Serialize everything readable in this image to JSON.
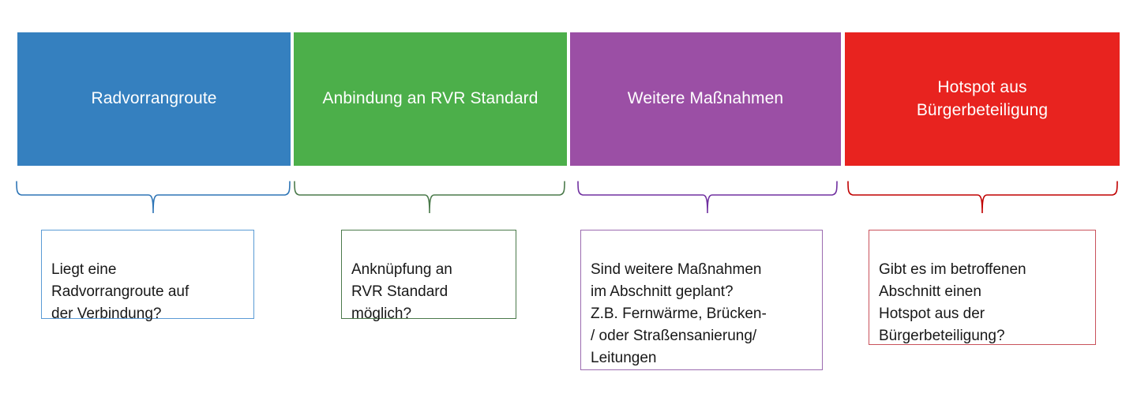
{
  "diagram": {
    "type": "process-criteria-diagram",
    "language": "de",
    "columns": [
      {
        "id": "radvorrangroute",
        "header_label": "Radvorrangroute",
        "header_color": "#3580BF",
        "brace_color": "#2E75B6",
        "question_text": "Liegt eine\nRadvorrangroute auf\nder Verbindung?",
        "question_border_color": "#5b9bd5"
      },
      {
        "id": "anbindung-rvr-standard",
        "header_label": "Anbindung an RVR Standard",
        "header_color": "#4CAF4A",
        "brace_color": "#4b7a4b",
        "question_text": "Anknüpfung an\nRVR Standard\nmöglich?",
        "question_border_color": "#4b7a4b"
      },
      {
        "id": "weitere-massnahmen",
        "header_label": "Weitere Maßnahmen",
        "header_color": "#9B4FA5",
        "brace_color": "#7030A0",
        "question_text": "Sind weitere Maßnahmen\nim Abschnitt geplant?\nZ.B. Fernwärme, Brücken-\n/ oder Straßensanierung/\nLeitungen",
        "question_border_color": "#9b6bb0"
      },
      {
        "id": "hotspot-buergerbeteiligung",
        "header_label": "Hotspot aus\nBürgerbeteiligung",
        "header_color": "#E8231F",
        "brace_color": "#C00000",
        "question_text": "Gibt es im betroffenen\nAbschnitt einen\nHotspot aus der\nBürgerbeteiligung?",
        "question_border_color": "#c9525c"
      }
    ]
  }
}
